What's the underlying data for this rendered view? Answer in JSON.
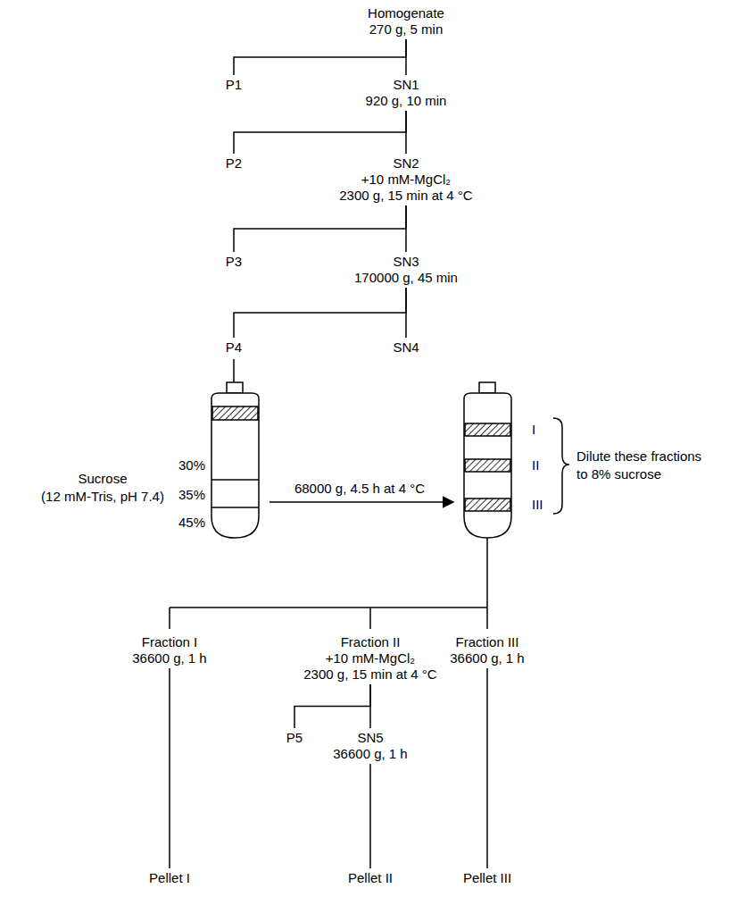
{
  "diagram": {
    "nodes": [
      {
        "text": [
          "Homogenate",
          "270 g, 5 min"
        ]
      },
      {
        "text": [
          "P1"
        ]
      },
      {
        "text": [
          "SN1",
          "920 g, 10 min"
        ]
      },
      {
        "text": [
          "P2"
        ]
      },
      {
        "text": [
          "SN2",
          "+10 mM-MgCl₂",
          "2300 g, 15 min at 4 °C"
        ]
      },
      {
        "text": [
          "P3"
        ]
      },
      {
        "text": [
          "SN3",
          "170000 g, 45 min"
        ]
      },
      {
        "text": [
          "P4"
        ]
      },
      {
        "text": [
          "SN4"
        ]
      },
      {
        "text": [
          "Fraction I",
          "36600 g, 1 h"
        ]
      },
      {
        "text": [
          "Fraction II",
          "+10 mM-MgCl₂",
          "2300 g, 15 min at 4 °C"
        ]
      },
      {
        "text": [
          "Fraction III",
          "36600 g, 1 h"
        ]
      },
      {
        "text": [
          "P5"
        ]
      },
      {
        "text": [
          "SN5",
          "36600 g, 1 h"
        ]
      },
      {
        "text": [
          "Pellet I"
        ]
      },
      {
        "text": [
          "Pellet II"
        ]
      },
      {
        "text": [
          "Pellet III"
        ]
      }
    ],
    "edges": [
      {
        "from": 0,
        "to": 1,
        "arrow": "none"
      },
      {
        "from": 0,
        "to": 2,
        "arrow": "none"
      },
      {
        "from": 2,
        "to": 3,
        "arrow": "none"
      },
      {
        "from": 2,
        "to": 4,
        "arrow": "none"
      },
      {
        "from": 4,
        "to": 5,
        "arrow": "none"
      },
      {
        "from": 4,
        "to": 6,
        "arrow": "none"
      },
      {
        "from": 6,
        "to": 7,
        "arrow": "none"
      },
      {
        "from": 6,
        "to": 8,
        "arrow": "none"
      },
      {
        "from": 9,
        "to": 14,
        "arrow": "none"
      },
      {
        "from": 10,
        "to": 12,
        "arrow": "none"
      },
      {
        "from": 10,
        "to": 13,
        "arrow": "none"
      },
      {
        "from": 13,
        "to": 15,
        "arrow": "none"
      },
      {
        "from": 11,
        "to": 16,
        "arrow": "none"
      }
    ],
    "labels": [
      "30%",
      "35%",
      "45%",
      "Sucrose",
      "(12 mM-Tris, pH 7.4)",
      "68000 g, 4.5 h at 4 °C",
      "I",
      "II",
      "III",
      "Dilute these fractions",
      "to 8% sucrose"
    ]
  }
}
